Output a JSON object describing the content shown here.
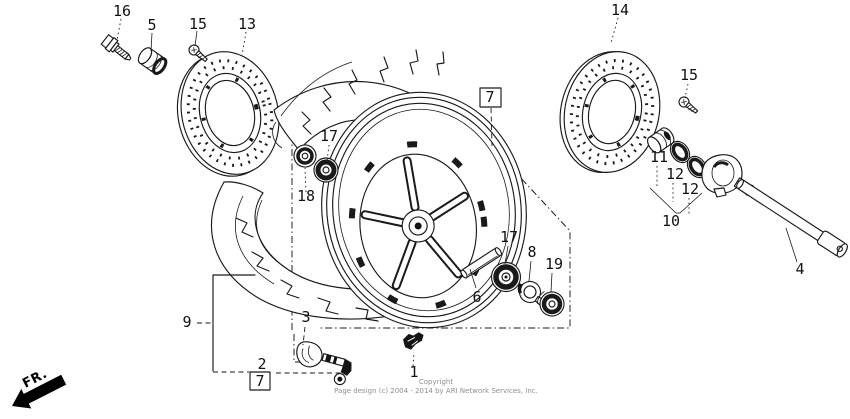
{
  "page": {
    "background": "#ffffff",
    "ink": "#1a1a1a"
  },
  "diagram": {
    "kind": "exploded front wheel parts diagram",
    "fr_label": "FR.",
    "copyright_line1": "Copyright",
    "copyright_line2": "Page design (c) 2004 - 2014 by ARI Network Services, Inc."
  },
  "part_labels": [
    {
      "text": "16",
      "boxed": false
    },
    {
      "text": "5",
      "boxed": false
    },
    {
      "text": "15",
      "boxed": false
    },
    {
      "text": "13",
      "boxed": false
    },
    {
      "text": "14",
      "boxed": false
    },
    {
      "text": "15",
      "boxed": false
    },
    {
      "text": "7",
      "boxed": true
    },
    {
      "text": "17",
      "boxed": false
    },
    {
      "text": "18",
      "boxed": false
    },
    {
      "text": "11",
      "boxed": false
    },
    {
      "text": "12",
      "boxed": false
    },
    {
      "text": "12",
      "boxed": false
    },
    {
      "text": "10",
      "boxed": false
    },
    {
      "text": "4",
      "boxed": false
    },
    {
      "text": "17",
      "boxed": false
    },
    {
      "text": "8",
      "boxed": false
    },
    {
      "text": "19",
      "boxed": false
    },
    {
      "text": "6",
      "boxed": false
    },
    {
      "text": "9",
      "boxed": false
    },
    {
      "text": "3",
      "boxed": false
    },
    {
      "text": "2",
      "boxed": false
    },
    {
      "text": "7",
      "boxed": true
    },
    {
      "text": "1",
      "boxed": false
    }
  ]
}
